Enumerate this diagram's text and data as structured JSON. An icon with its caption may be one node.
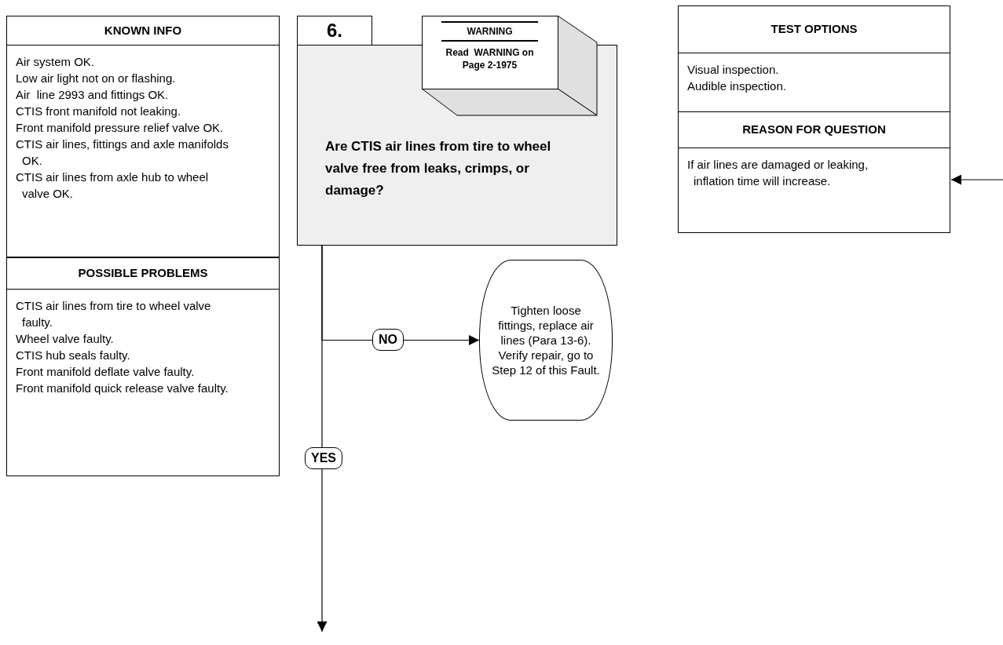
{
  "diagram": {
    "nodes": [
      {
        "text": [
          "KNOWN INFO",
          "Air system OK.",
          "Low air light not on or flashing.",
          "Air  line 2993 and fittings OK.",
          "CTIS front manifold not leaking.",
          "Front manifold pressure relief valve OK.",
          "CTIS air lines, fittings and axle manifolds OK.",
          "CTIS air lines from axle hub to wheel valve OK."
        ]
      },
      {
        "text": [
          "POSSIBLE PROBLEMS",
          "CTIS air lines from tire to wheel valve faulty.",
          "Wheel valve faulty.",
          "CTIS hub seals faulty.",
          "Front manifold deflate valve faulty.",
          "Front manifold quick release valve faulty."
        ]
      },
      {
        "text": [
          "6."
        ]
      },
      {
        "text": [
          "Are CTIS air lines from tire to wheel valve free from leaks, crimps, or damage?"
        ]
      },
      {
        "text": [
          "WARNING",
          "Read  WARNING on Page 2-1975"
        ]
      },
      {
        "text": [
          "TEST OPTIONS",
          "Visual inspection.",
          "Audible inspection."
        ]
      },
      {
        "text": [
          "REASON FOR QUESTION",
          "If air lines are damaged or leaking, inflation time will increase."
        ]
      },
      {
        "text": [
          "Tighten loose fittings, replace air lines (Para 13-6).  Verify repair, go to Step 12 of this Fault."
        ]
      }
    ],
    "edges": [
      {
        "from": 3,
        "to": 7,
        "arrow": "to",
        "label": "NO"
      },
      {
        "from": 3,
        "to": null,
        "arrow": "to",
        "label": "YES"
      },
      {
        "from": null,
        "to": 6,
        "arrow": "to"
      }
    ]
  }
}
